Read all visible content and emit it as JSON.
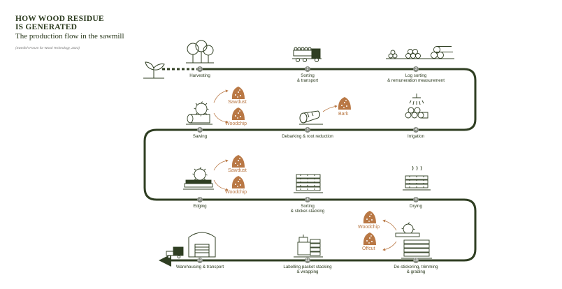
{
  "header": {
    "title_line1": "HOW WOOD RESIDUE",
    "title_line2": "IS GENERATED",
    "subtitle": "The production flow in the sawmill",
    "source": "(Swedish Forum for Wood Technology, 2023)"
  },
  "colors": {
    "flow": "#2f3e22",
    "residue": "#b97845",
    "badge": "#8a8f86"
  },
  "steps": [
    {
      "num": "1",
      "label": "Harvesting"
    },
    {
      "num": "2",
      "label": "Sorting\n& transport"
    },
    {
      "num": "3",
      "label": "Log sorting\n& remuneration measurement"
    },
    {
      "num": "4",
      "label": "Irrigation"
    },
    {
      "num": "5",
      "label": "Debarking & root reduction"
    },
    {
      "num": "6",
      "label": "Sawing"
    },
    {
      "num": "7",
      "label": "Edging"
    },
    {
      "num": "8",
      "label": "Sorting\n& sticker-stacking"
    },
    {
      "num": "9",
      "label": "Drying"
    },
    {
      "num": "10",
      "label": "De-stickering, trimming\n& grading"
    },
    {
      "num": "11",
      "label": "Labelling packet stacking\n& wrapping"
    },
    {
      "num": "12",
      "label": "Warehousing & transport"
    }
  ],
  "residues": {
    "sawing_sawdust": "Sawdust",
    "sawing_woodchip": "Woodchip",
    "debark_bark": "Bark",
    "edging_sawdust": "Sawdust",
    "edging_woodchip": "Woodchip",
    "trim_woodchip": "Woodchip",
    "trim_offcut": "Offcut"
  },
  "icons": [
    "sapling-icon",
    "forest-icon",
    "timber-truck-icon",
    "log-piles-icon",
    "sprinkler-icon",
    "debarker-icon",
    "saw-log-icon",
    "edger-icon",
    "lumber-stack-icon",
    "drying-kiln-icon",
    "trimmer-icon",
    "wrapped-packet-icon",
    "warehouse-icon",
    "delivery-truck-icon",
    "sawdust-pile-icon",
    "woodchip-pile-icon",
    "bark-pile-icon",
    "offcut-pile-icon"
  ]
}
